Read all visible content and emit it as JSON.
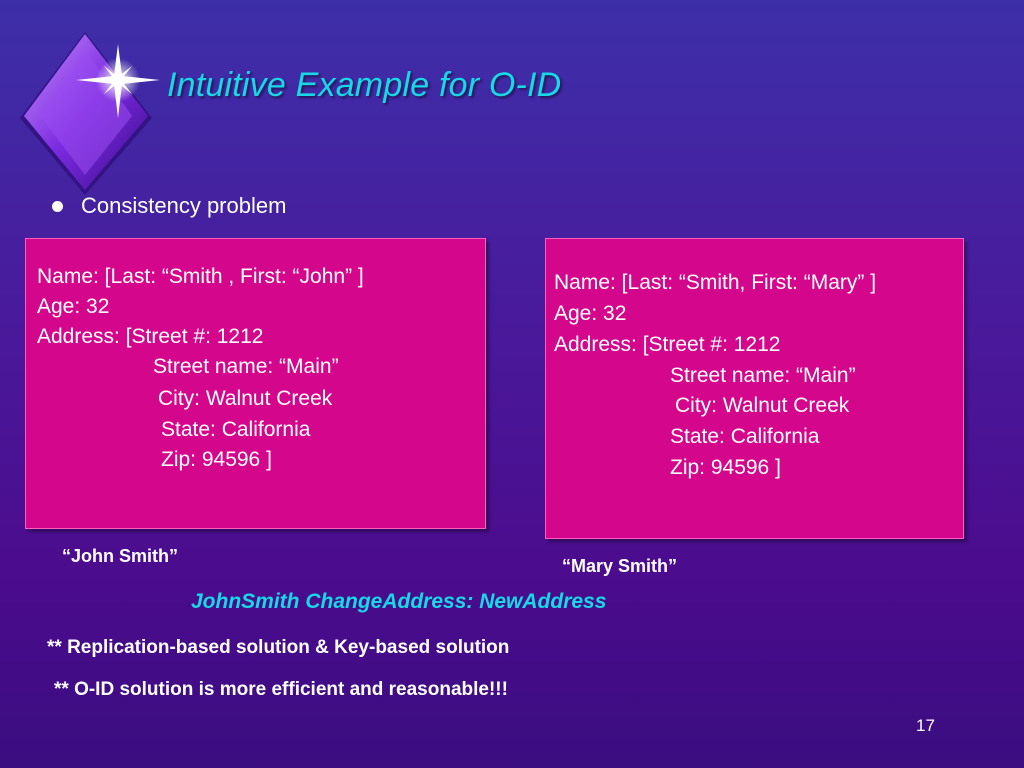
{
  "slide": {
    "title": "Intuitive Example for O-ID",
    "bullet": "Consistency problem",
    "page_number": "17"
  },
  "cards": {
    "left": {
      "lines": [
        "Name: [Last: “Smith ,   First: “John” ]",
        "Age: 32",
        "Address: [Street #: 1212",
        "Street name: “Main”",
        "City: Walnut Creek",
        "State: California",
        "Zip: 94596 ]"
      ],
      "caption": "“John Smith”"
    },
    "right": {
      "lines": [
        "Name: [Last: “Smith, First: “Mary” ]",
        "Age: 32",
        "Address: [Street #: 1212",
        "Street name: “Main”",
        "City: Walnut Creek",
        "State: California",
        "Zip: 94596 ]"
      ],
      "caption": "“Mary Smith”"
    }
  },
  "command": "JohnSmith ChangeAddress: NewAddress",
  "notes": [
    "** Replication-based solution  &  Key-based solution",
    "** O-ID solution is more efficient and reasonable!!!"
  ],
  "colors": {
    "title": "#19d8e6",
    "card": "#d4068c",
    "text": "#ffffff"
  }
}
